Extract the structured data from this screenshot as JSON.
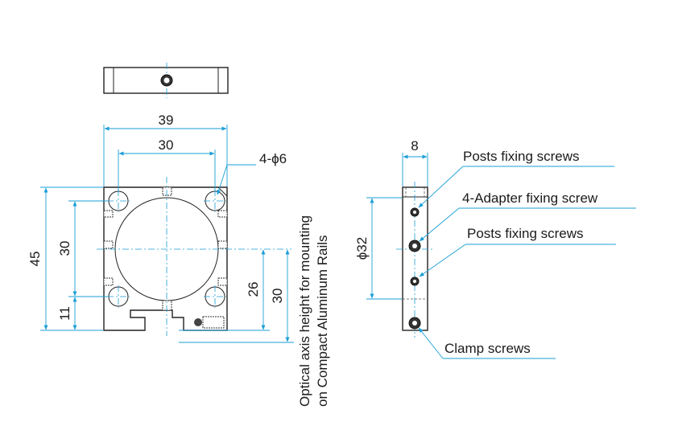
{
  "dimensions": {
    "width_total": "39",
    "width_holes": "30",
    "holes": "4-ϕ6",
    "height_total": "45",
    "height_holes": "30",
    "height_bottom": "11",
    "axis_26": "26",
    "axis_30": "30",
    "thickness": "8",
    "diameter": "ϕ32"
  },
  "labels": {
    "axis_line1": "Optical axis height for mounting",
    "axis_line2": "on Compact Aluminum Rails",
    "posts_top": "Posts fixing screws",
    "adapter": "4-Adapter fixing screw",
    "posts_bottom": "Posts fixing screws",
    "clamp": "Clamp screws"
  },
  "colors": {
    "dimension_line": "#1a9fd6",
    "outline": "#222222"
  }
}
